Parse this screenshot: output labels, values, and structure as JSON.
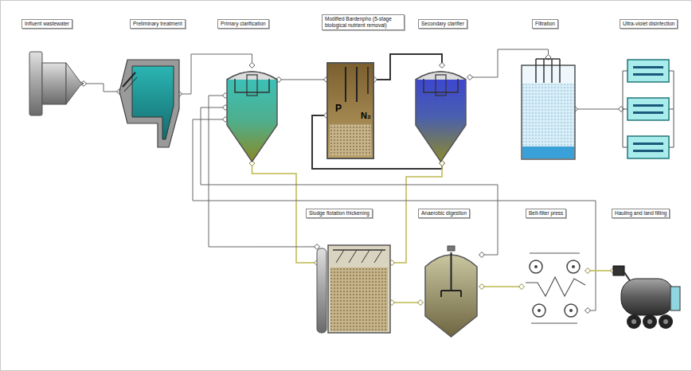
{
  "diagram": {
    "nodes": [
      {
        "text": [
          "Influent wastewater"
        ]
      },
      {
        "text": [
          "Preliminary treatment"
        ]
      },
      {
        "text": [
          "Primary clarification"
        ]
      },
      {
        "text": [
          "Modified Bardenpho (5-stage biological nutrient removal)"
        ]
      },
      {
        "text": [
          "Secondary clarifier"
        ]
      },
      {
        "text": [
          "Filtration"
        ]
      },
      {
        "text": [
          "Ultra-violet disinfection"
        ]
      },
      {
        "text": [
          "Sludge flotation thickening"
        ]
      },
      {
        "text": [
          "Anaerobic digestion"
        ]
      },
      {
        "text": [
          "Belt-filter press"
        ]
      },
      {
        "text": [
          "Hauling and land filling"
        ]
      }
    ],
    "edges": [
      {
        "from": 0,
        "to": 1,
        "arrow": "none"
      },
      {
        "from": 1,
        "to": 2,
        "arrow": "none"
      },
      {
        "from": 2,
        "to": 3,
        "arrow": "none"
      },
      {
        "from": 3,
        "to": 4,
        "arrow": "none"
      },
      {
        "from": 4,
        "to": 5,
        "arrow": "none"
      },
      {
        "from": 5,
        "to": 6,
        "arrow": "none"
      },
      {
        "from": 2,
        "to": 7,
        "arrow": "none"
      },
      {
        "from": 4,
        "to": 3,
        "arrow": "none"
      },
      {
        "from": 4,
        "to": 7,
        "arrow": "none"
      },
      {
        "from": 7,
        "to": 2,
        "arrow": "none"
      },
      {
        "from": 8,
        "to": 2,
        "arrow": "none"
      },
      {
        "from": 9,
        "to": 2,
        "arrow": "none"
      },
      {
        "from": 7,
        "to": 8,
        "arrow": "none"
      },
      {
        "from": 8,
        "to": 9,
        "arrow": "none"
      },
      {
        "from": 9,
        "to": 10,
        "arrow": "none"
      }
    ],
    "labels": [
      "P",
      "N₂"
    ]
  }
}
